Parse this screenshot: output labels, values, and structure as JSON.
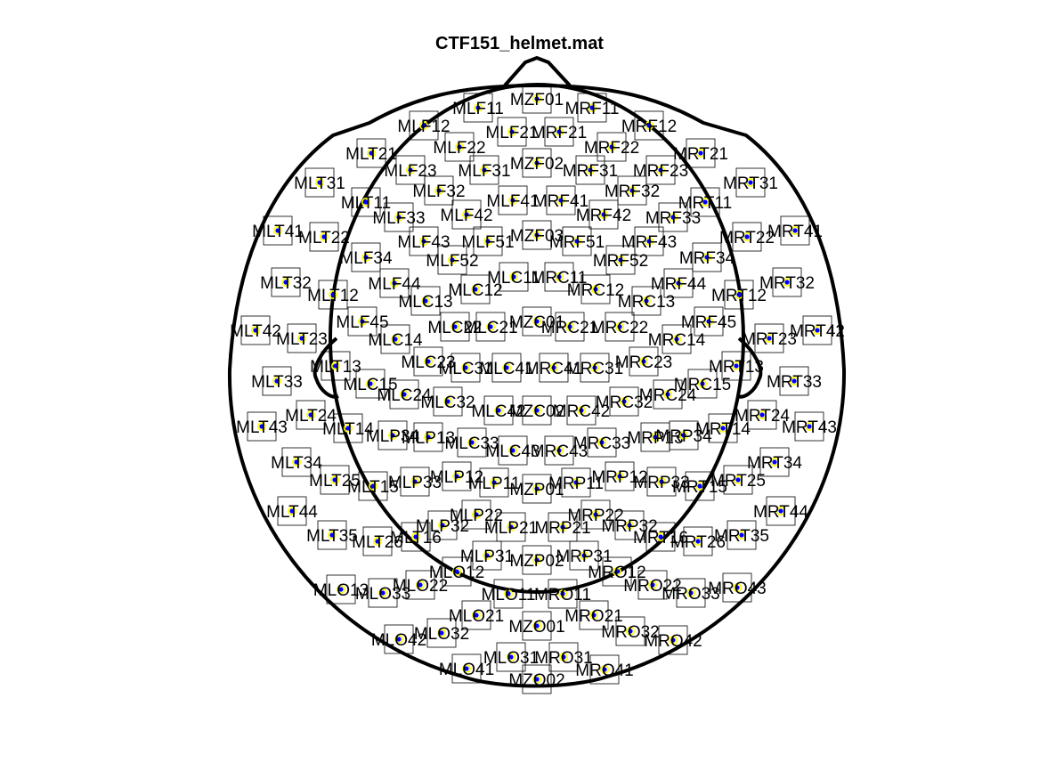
{
  "title": "CTF151_helmet.mat",
  "colors": {
    "outline": "#000000",
    "sensor_dot": "#0000ff",
    "sensor_ring": "#ffff00",
    "box": "#000000"
  },
  "sensors": [
    "MZF01",
    "MLF11",
    "MRF11",
    "MLF12",
    "MRF12",
    "MLF21",
    "MRF21",
    "MLF22",
    "MRF22",
    "MLT21",
    "MRT21",
    "MLF23",
    "MLF31",
    "MZF02",
    "MRF31",
    "MRF23",
    "MLT31",
    "MRT31",
    "MLF32",
    "MRF32",
    "MLT11",
    "MRT11",
    "MLF41",
    "MRF41",
    "MLF33",
    "MLF42",
    "MRF42",
    "MRF33",
    "MLT41",
    "MRT41",
    "MLT22",
    "MRT22",
    "MLF43",
    "MLF51",
    "MZF03",
    "MRF51",
    "MRF43",
    "MLF34",
    "MRF34",
    "MLF52",
    "MRF52",
    "MLC11",
    "MRC11",
    "MLT32",
    "MRT32",
    "MLF44",
    "MRF44",
    "MLT12",
    "MRT12",
    "MLC12",
    "MRC12",
    "MLC13",
    "MRC13",
    "MLF45",
    "MRF45",
    "MLC22",
    "MLC21",
    "MZC01",
    "MRC21",
    "MRC22",
    "MLT42",
    "MRT42",
    "MLT23",
    "MRT23",
    "MLC14",
    "MRC14",
    "MLT13",
    "MRT13",
    "MLC23",
    "MRC23",
    "MLC31",
    "MLC41",
    "MRC41",
    "MRC31",
    "MLT33",
    "MRT33",
    "MLC15",
    "MRC15",
    "MLC24",
    "MRC24",
    "MLC32",
    "MLC42",
    "MZC02",
    "MRC42",
    "MRC32",
    "MLT24",
    "MRT24",
    "MLT43",
    "MRT43",
    "MLT14",
    "MRT14",
    "MLP34",
    "MLP13",
    "MRP13",
    "MRP34",
    "MLC33",
    "MLC43",
    "MRC43",
    "MRC33",
    "MLT34",
    "MRT34",
    "MLT25",
    "MRT25",
    "MLT15",
    "MRT15",
    "MLP33",
    "MLP12",
    "MRP12",
    "MRP33",
    "MLP11",
    "MZP01",
    "MRP11",
    "MLT44",
    "MRT44",
    "MLP22",
    "MRP22",
    "MLT35",
    "MRT35",
    "MLT26",
    "MRT26",
    "MLT16",
    "MRT16",
    "MLP32",
    "MLP21",
    "MRP21",
    "MRP32",
    "MLP31",
    "MZP02",
    "MRP31",
    "MLO12",
    "MRO12",
    "MLO22",
    "MRO22",
    "MLO13",
    "MLO33",
    "MRO33",
    "MRO43",
    "MLO11",
    "MRO11",
    "MLO21",
    "MRO21",
    "MZO01",
    "MLO42",
    "MLO32",
    "MRO32",
    "MRO42",
    "MLO31",
    "MRO31",
    "MLO41",
    "MZO02",
    "MRO41"
  ]
}
